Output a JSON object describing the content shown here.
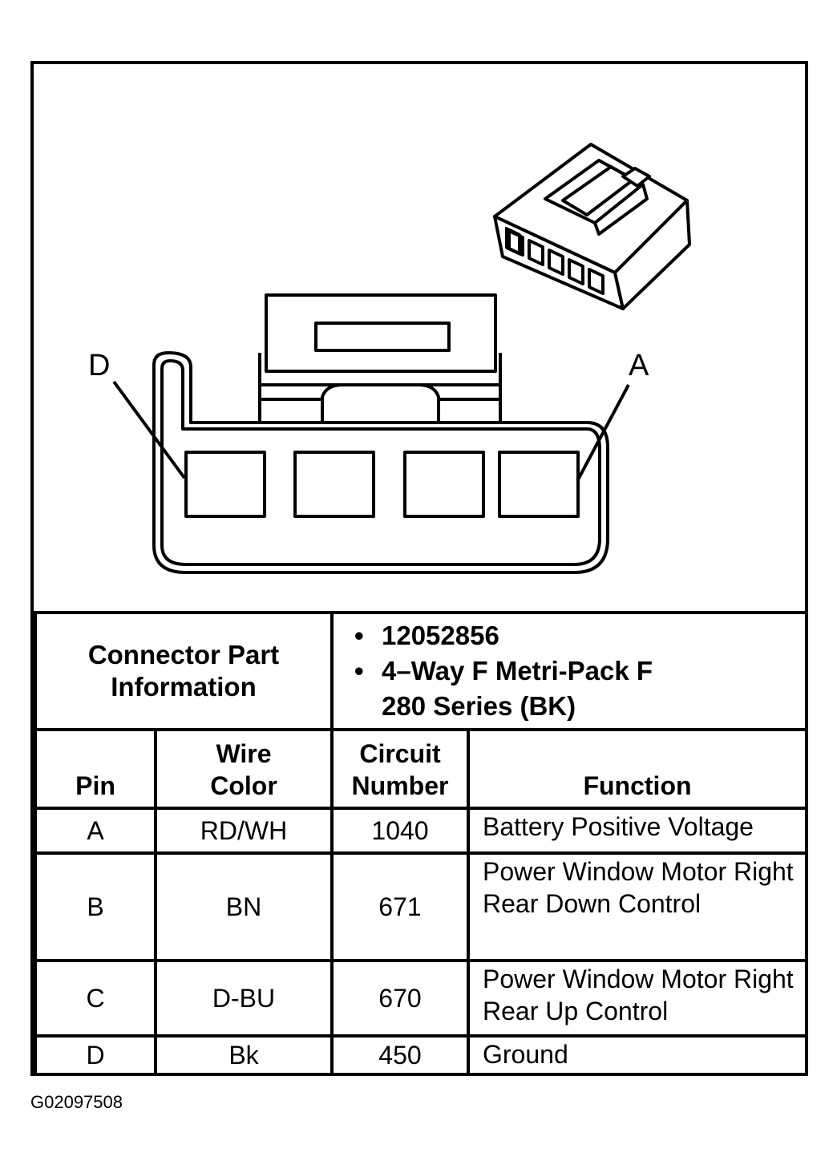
{
  "diagram": {
    "label_left": "D",
    "label_right": "A"
  },
  "connector_info": {
    "label_line1": "Connector Part",
    "label_line2": "Information",
    "bullet": "•",
    "part_number": "12052856",
    "description_line1": "4–Way F Metri-Pack F",
    "description_line2": "280 Series (BK)"
  },
  "pin_table": {
    "headers": {
      "pin": "Pin",
      "wire_color_line1": "Wire",
      "wire_color_line2": "Color",
      "circuit_line1": "Circuit",
      "circuit_line2": "Number",
      "function": "Function"
    },
    "rows": [
      {
        "pin": "A",
        "wire_color": "RD/WH",
        "circuit": "1040",
        "function": "Battery Positive Voltage"
      },
      {
        "pin": "B",
        "wire_color": "BN",
        "circuit": "671",
        "function": "Power Window Motor Right Rear Down Control"
      },
      {
        "pin": "C",
        "wire_color": "D-BU",
        "circuit": "670",
        "function": "Power Window Motor Right Rear Up Control"
      },
      {
        "pin": "D",
        "wire_color": "Bk",
        "circuit": "450",
        "function": "Ground"
      }
    ]
  },
  "figure_code": "G02097508"
}
